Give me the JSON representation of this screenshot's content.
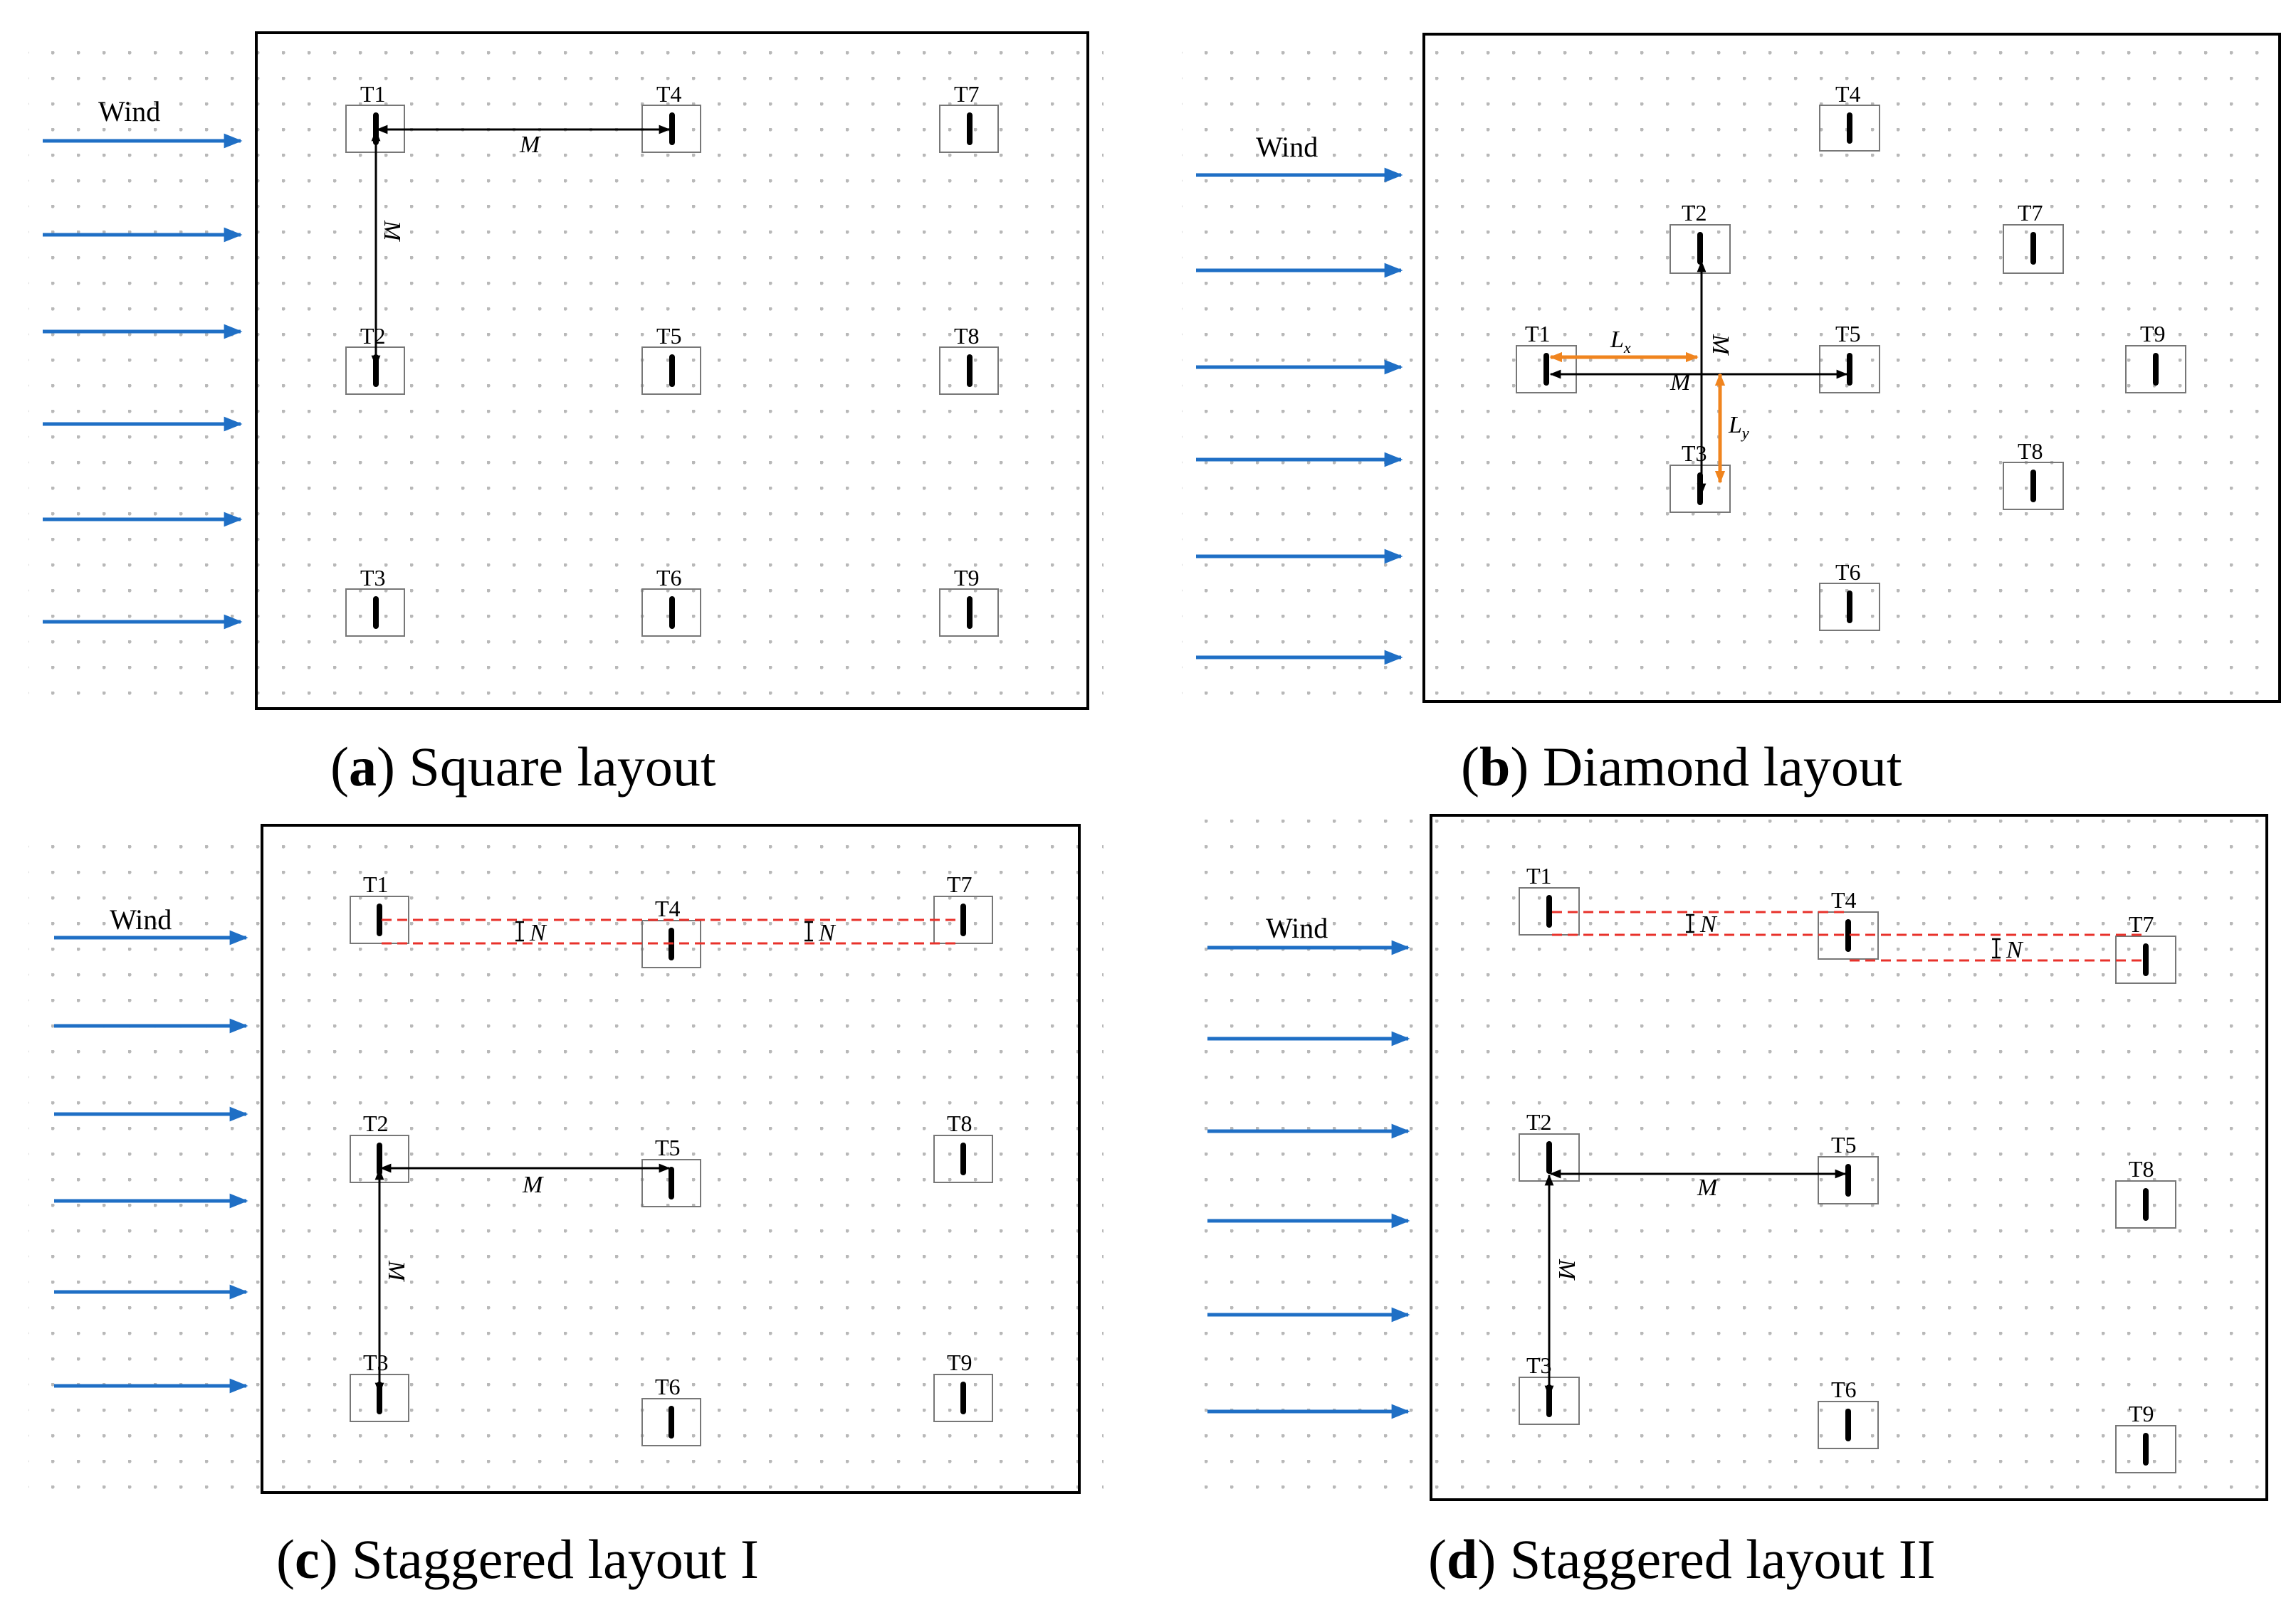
{
  "panels": [
    {
      "key": "a",
      "letter": "a",
      "caption_text": ") Square layout",
      "wind_label": "Wind",
      "turbines": [
        {
          "id": "T1"
        },
        {
          "id": "T2"
        },
        {
          "id": "T3"
        },
        {
          "id": "T4"
        },
        {
          "id": "T5"
        },
        {
          "id": "T6"
        },
        {
          "id": "T7"
        },
        {
          "id": "T8"
        },
        {
          "id": "T9"
        }
      ],
      "labels": {
        "m_horizontal": "M",
        "m_vertical": "M"
      }
    },
    {
      "key": "b",
      "letter": "b",
      "caption_text": ") Diamond layout",
      "wind_label": "Wind",
      "turbines": [
        {
          "id": "T1"
        },
        {
          "id": "T2"
        },
        {
          "id": "T3"
        },
        {
          "id": "T4"
        },
        {
          "id": "T5"
        },
        {
          "id": "T6"
        },
        {
          "id": "T7"
        },
        {
          "id": "T8"
        },
        {
          "id": "T9"
        }
      ],
      "labels": {
        "m_horizontal": "M",
        "m_vertical": "M",
        "lx_main": "L",
        "lx_sub": "x",
        "ly_main": "L",
        "ly_sub": "y"
      }
    },
    {
      "key": "c",
      "letter": "c",
      "caption_text": ") Staggered layout I",
      "wind_label": "Wind",
      "turbines": [
        {
          "id": "T1"
        },
        {
          "id": "T2"
        },
        {
          "id": "T3"
        },
        {
          "id": "T4"
        },
        {
          "id": "T5"
        },
        {
          "id": "T6"
        },
        {
          "id": "T7"
        },
        {
          "id": "T8"
        },
        {
          "id": "T9"
        }
      ],
      "labels": {
        "m_horizontal": "M",
        "m_vertical": "M",
        "n1": "N",
        "n2": "N"
      }
    },
    {
      "key": "d",
      "letter": "d",
      "caption_text": ") Staggered layout II",
      "wind_label": "Wind",
      "turbines": [
        {
          "id": "T1"
        },
        {
          "id": "T2"
        },
        {
          "id": "T3"
        },
        {
          "id": "T4"
        },
        {
          "id": "T5"
        },
        {
          "id": "T6"
        },
        {
          "id": "T7"
        },
        {
          "id": "T8"
        },
        {
          "id": "T9"
        }
      ],
      "labels": {
        "m_horizontal": "M",
        "m_vertical": "M",
        "n1": "N",
        "n2": "N"
      }
    }
  ],
  "colors": {
    "wind_arrow": "#1f6fc5",
    "spacing_lx_ly": "#f0841e",
    "stagger_guides": "#e8322b",
    "frame": "#000000",
    "grid_dots": "#b8b8b8"
  }
}
